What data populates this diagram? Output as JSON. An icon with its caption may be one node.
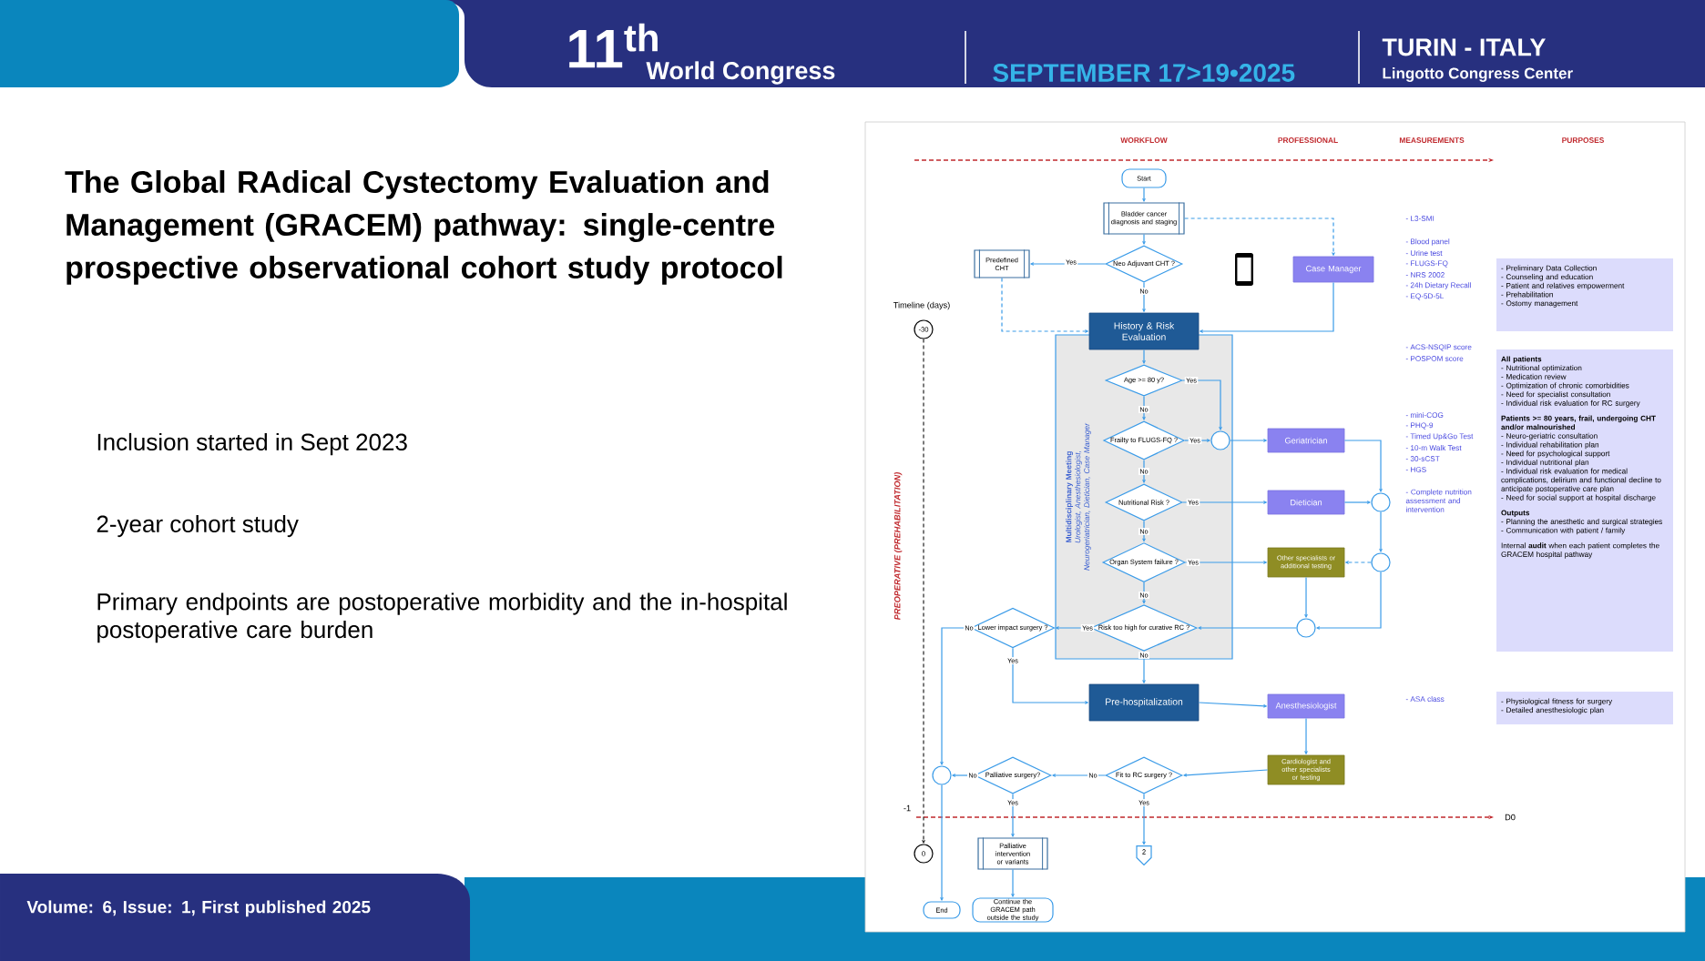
{
  "diagram": {
    "title": "The Global RAdical Cystectomy Evaluation and Management (GRACEM) pathway: single-centre prospective observational cohort study protocol",
    "nodes": [
      {
        "text": [
          "Start"
        ]
      },
      {
        "text": [
          "Bladder cancer diagnosis and staging"
        ]
      },
      {
        "text": [
          "Neo Adjuvant CHT ?"
        ]
      },
      {
        "text": [
          "Predefined CHT"
        ]
      },
      {
        "text": [
          "Case Manager"
        ]
      },
      {
        "text": [
          "History & Risk Evaluation"
        ]
      },
      {
        "text": [
          "Multidisciplinary Meeting",
          "Urologist, Anesthesiologist, Neurogeriatrician, Dietician, Case Manager"
        ]
      },
      {
        "text": [
          "Age >= 80 y?"
        ],
        "in": 6
      },
      {
        "text": [
          "Frailty to FLUGS-FQ ?"
        ],
        "in": 6
      },
      {
        "text": [
          "Nutritional Risk ?"
        ],
        "in": 6
      },
      {
        "text": [
          "Organ System failure ?"
        ],
        "in": 6
      },
      {
        "text": [
          "Risk too high for curative RC ?"
        ],
        "in": 6
      },
      {
        "text": [],
        "shape": "circle",
        "in": 6
      },
      {
        "text": [
          "Geriatrician"
        ]
      },
      {
        "text": [
          "Dietician"
        ]
      },
      {
        "text": [],
        "shape": "circle"
      },
      {
        "text": [],
        "shape": "circle"
      },
      {
        "text": [
          "Other specialists or additional testing"
        ]
      },
      {
        "text": [],
        "shape": "circle"
      },
      {
        "text": [
          "Lower impact surgery ?"
        ]
      },
      {
        "text": [
          "Pre-hospitalization"
        ]
      },
      {
        "text": [
          "Anesthesiologist"
        ]
      },
      {
        "text": [
          "Cardiologist and other specialists or testing"
        ]
      },
      {
        "text": [
          "Fit to RC surgery ?"
        ]
      },
      {
        "text": [
          "Palliative surgery?"
        ]
      },
      {
        "text": [],
        "shape": "circle"
      },
      {
        "text": [
          "Palliative intervention or variants"
        ]
      },
      {
        "text": [
          "End"
        ]
      },
      {
        "text": [
          "Continue the GRACEM path outside the study"
        ]
      },
      {
        "text": [
          "2"
        ]
      },
      {
        "text": [
          "-30"
        ]
      },
      {
        "text": [
          "0"
        ]
      },
      {
        "text": [
          "- Preliminary Data Collection",
          "- Counseling and education",
          "- Patient and relatives empowerment",
          "- Prehabilitation",
          "- Ostomy management"
        ]
      },
      {
        "text": [
          "All patients",
          "- Nutritional optimization",
          "- Medication review",
          "- Optimization of chronic comorbidities",
          "- Need for specialist consultation",
          "- Individual risk evaluation for RC surgery",
          "Patients >= 80 years, frail, undergoing CHT and/or malnourished",
          "- Neuro-geriatric consultation",
          "- Individual rehabilitation plan",
          "- Need for psychological support",
          "- Individual nutritional plan",
          "- Individual risk evaluation for medical complications, delirium and functional decline to anticipate postoperative care plan",
          "- Need for social support at hospital discharge",
          "Outputs",
          "- Planning the anesthetic and surgical strategies",
          "- Communication with patient / family",
          "Internal **audit** when each patient completes the GRACEM hospital pathway"
        ]
      },
      {
        "text": [
          "- Physiological fitness for surgery",
          "- Detailed anesthesiologic plan"
        ]
      }
    ],
    "edges": [
      {
        "from": 0,
        "to": 1,
        "arrow": "to"
      },
      {
        "from": 1,
        "to": 4,
        "arrow": "to",
        "style": "dashed"
      },
      {
        "from": 1,
        "to": 2,
        "arrow": "to"
      },
      {
        "from": 2,
        "to": 3,
        "arrow": "to",
        "label": "Yes"
      },
      {
        "from": 2,
        "to": 5,
        "arrow": "to",
        "label": "No"
      },
      {
        "from": 3,
        "to": 5,
        "arrow": "to",
        "style": "dashed"
      },
      {
        "from": 4,
        "to": 5,
        "arrow": "to"
      },
      {
        "from": 5,
        "to": 7,
        "arrow": "to"
      },
      {
        "from": 7,
        "to": 12,
        "arrow": "to",
        "label": "Yes"
      },
      {
        "from": 7,
        "to": 8,
        "arrow": "to",
        "label": "No"
      },
      {
        "from": 8,
        "to": 12,
        "arrow": "to",
        "label": "Yes"
      },
      {
        "from": 12,
        "to": 13,
        "arrow": "to"
      },
      {
        "from": 8,
        "to": 9,
        "arrow": "to",
        "label": "No"
      },
      {
        "from": 9,
        "to": 14,
        "arrow": "to",
        "label": "Yes"
      },
      {
        "from": 9,
        "to": 10,
        "arrow": "to",
        "label": "No"
      },
      {
        "from": 10,
        "to": 17,
        "arrow": "to",
        "label": "Yes"
      },
      {
        "from": 10,
        "to": 11,
        "arrow": "to",
        "label": "No"
      },
      {
        "from": 14,
        "to": 15,
        "arrow": "to"
      },
      {
        "from": 13,
        "to": 15,
        "arrow": "to"
      },
      {
        "from": 15,
        "to": 16,
        "arrow": "to"
      },
      {
        "from": 16,
        "to": 17,
        "arrow": "to",
        "style": "dashed"
      },
      {
        "from": 17,
        "to": 18,
        "arrow": "to"
      },
      {
        "from": 16,
        "to": 18,
        "arrow": "to"
      },
      {
        "from": 18,
        "to": 11,
        "arrow": "to"
      },
      {
        "from": 11,
        "to": 19,
        "arrow": "to",
        "label": "Yes"
      },
      {
        "from": 11,
        "to": 20,
        "arrow": "to",
        "label": "No"
      },
      {
        "from": 19,
        "to": 25,
        "arrow": "to",
        "label": "No"
      },
      {
        "from": 19,
        "to": 20,
        "arrow": "to",
        "label": "Yes"
      },
      {
        "from": 20,
        "to": 21,
        "arrow": "to"
      },
      {
        "from": 21,
        "to": 22,
        "arrow": "to"
      },
      {
        "from": 22,
        "to": 23,
        "arrow": "to"
      },
      {
        "from": 23,
        "to": 24,
        "arrow": "to",
        "label": "No"
      },
      {
        "from": 23,
        "to": 29,
        "arrow": "to",
        "label": "Yes"
      },
      {
        "from": 24,
        "to": 25,
        "arrow": "to",
        "label": "No"
      },
      {
        "from": 24,
        "to": 26,
        "arrow": "to",
        "label": "Yes"
      },
      {
        "from": 25,
        "to": 27,
        "arrow": "to"
      },
      {
        "from": 26,
        "to": 28,
        "arrow": "to"
      },
      {
        "from": 30,
        "to": 31,
        "arrow": "to",
        "style": "dashed",
        "color": "#222222"
      }
    ],
    "labels": [
      "11$^{th}$",
      "World Congress",
      "SEPTEMBER 17>19•2025",
      "TURIN - ITALY",
      "Lingotto Congress Center",
      "Inclusion started in Sept 2023",
      "2-year cohort study",
      "Primary endpoints are postoperative morbidity and the in-hospital postoperative care burden",
      "Volume: 6, Issue: 1, First published 2025",
      "WORKFLOW",
      "PROFESSIONAL",
      "MEASUREMENTS",
      "PURPOSES",
      "Timeline (days)",
      "PREOPERATIVE (PREHABILITATION)",
      "-1",
      "D0",
      "- L3-SMI",
      "- Blood panel",
      "- Urine test",
      "- FLUGS-FQ",
      "- NRS 2002",
      "- 24h Dietary Recall",
      "- EQ-5D-5L",
      "- ACS-NSQIP score",
      "- POSPOM score",
      "- mini-COG",
      "- PHQ-9",
      "- Timed Up&Go Test",
      "- 10-m Walk Test",
      "- 30-sCST",
      "- HGS",
      "- Complete nutrition assessment and intervention",
      "- ASA class"
    ]
  }
}
